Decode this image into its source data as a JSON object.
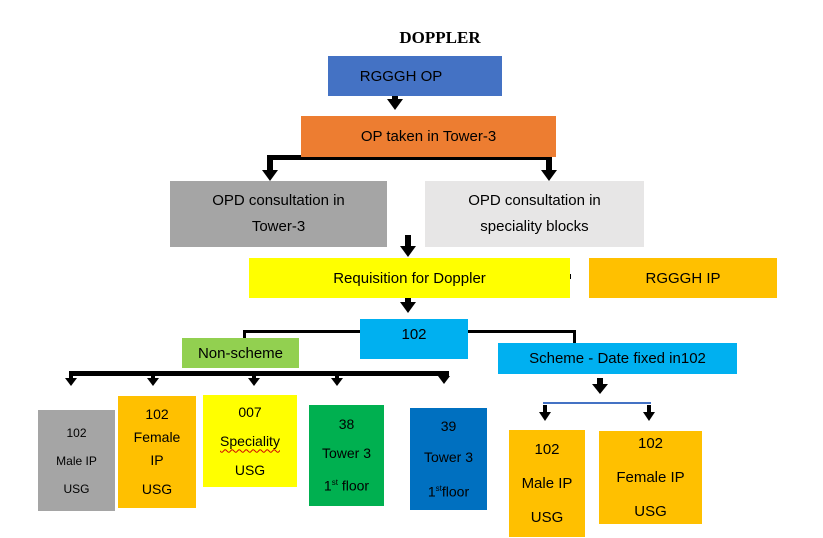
{
  "title": "DOPPLER",
  "colors": {
    "blue": "#4472c4",
    "orange": "#ed7d31",
    "gray": "#a5a5a5",
    "light_gray": "#e7e6e6",
    "yellow": "#ffff00",
    "gold": "#ffc000",
    "sky": "#00b0f0",
    "light_green": "#92d050",
    "green": "#00b050",
    "dark_blue": "#0070c0"
  },
  "nodes": {
    "rgggh_op": "RGGGH OP",
    "op_tower3": "OP taken in Tower-3",
    "opd_tower3": {
      "line1": "OPD consultation in",
      "line2": "Tower-3"
    },
    "opd_speciality": {
      "line1": "OPD consultation in",
      "line2": "speciality blocks"
    },
    "requisition": "Requisition for Doppler",
    "rgggh_ip": "RGGGH IP",
    "room_102": "102",
    "non_scheme": "Non-scheme",
    "scheme": "Scheme - Date fixed in102",
    "male_ip_102": {
      "line1": "102",
      "line2": "Male IP",
      "line3": "USG"
    },
    "female_ip_102": {
      "line1": "102",
      "line2": "Female",
      "line3": "IP",
      "line4": "USG"
    },
    "speciality_007": {
      "line1": "007",
      "line2": "Speciality",
      "line3": "USG"
    },
    "tower3_38": {
      "line1": "38",
      "line2": "Tower 3",
      "floor_num": "1",
      "floor_sup": "st",
      "floor_word": " floor"
    },
    "tower3_39": {
      "line1": "39",
      "line2": "Tower 3",
      "floor_num": "1",
      "floor_sup": "st",
      "floor_word": "floor"
    },
    "scheme_male": {
      "line1": "102",
      "line2": "Male IP",
      "line3": "USG"
    },
    "scheme_female": {
      "line1": "102",
      "line2": "Female IP",
      "line3": "USG"
    }
  }
}
